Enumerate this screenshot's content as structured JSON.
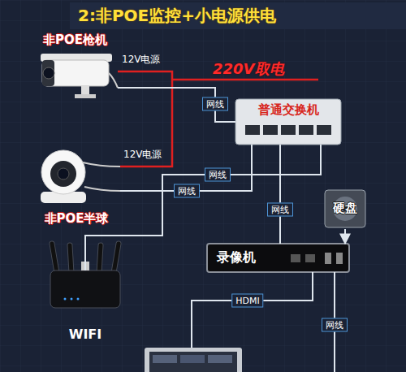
{
  "diagram": {
    "title": "2:非POE监控+小电源供电",
    "nodes": [
      {
        "text": [
          "非POE枪机"
        ]
      },
      {
        "text": [
          "普通交换机"
        ]
      },
      {
        "text": [
          "非POE半球"
        ]
      },
      {
        "text": [
          "硬盘"
        ]
      },
      {
        "text": [
          "录像机"
        ]
      },
      {
        "text": [
          "WIFI"
        ]
      }
    ],
    "edges": [
      {
        "from": 0,
        "to": 1,
        "label": "网线",
        "arrow": "none"
      },
      {
        "from": 2,
        "to": 1,
        "label": "网线",
        "arrow": "none"
      },
      {
        "from": 5,
        "to": 1,
        "label": "网线",
        "arrow": "none"
      },
      {
        "from": 1,
        "to": 4,
        "label": "网线",
        "arrow": "none"
      },
      {
        "from": 3,
        "to": 4,
        "arrow": "to"
      }
    ],
    "labels": [
      "12V电源",
      "12V电源",
      "220V取电",
      "HDMI",
      "网线"
    ]
  }
}
